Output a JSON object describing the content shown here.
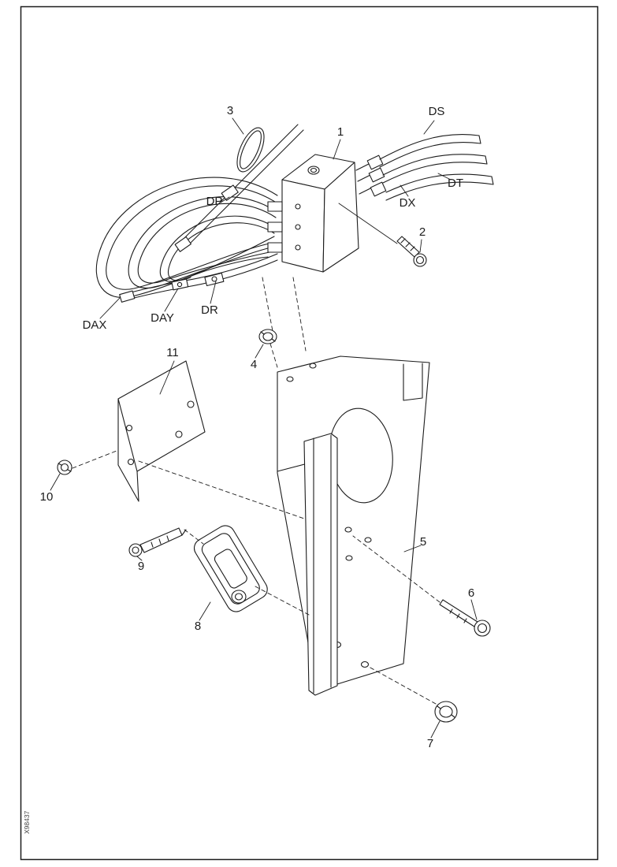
{
  "page": {
    "background": "#ffffff",
    "ink": "#1c1c1c",
    "border_color": "#000000",
    "description": "Exploded parts diagram: hydraulic control valve with hoses, mounting bracket plates, bolts and grommets"
  },
  "labels": {
    "1": "1",
    "2": "2",
    "3": "3",
    "4": "4",
    "5": "5",
    "6": "6",
    "7": "7",
    "8": "8",
    "9": "9",
    "10": "10",
    "11": "11",
    "DS": "DS",
    "DT": "DT",
    "DX": "DX",
    "DP": "DP",
    "DR": "DR",
    "DAY": "DAY",
    "DAX": "DAX"
  },
  "code": "X98437"
}
